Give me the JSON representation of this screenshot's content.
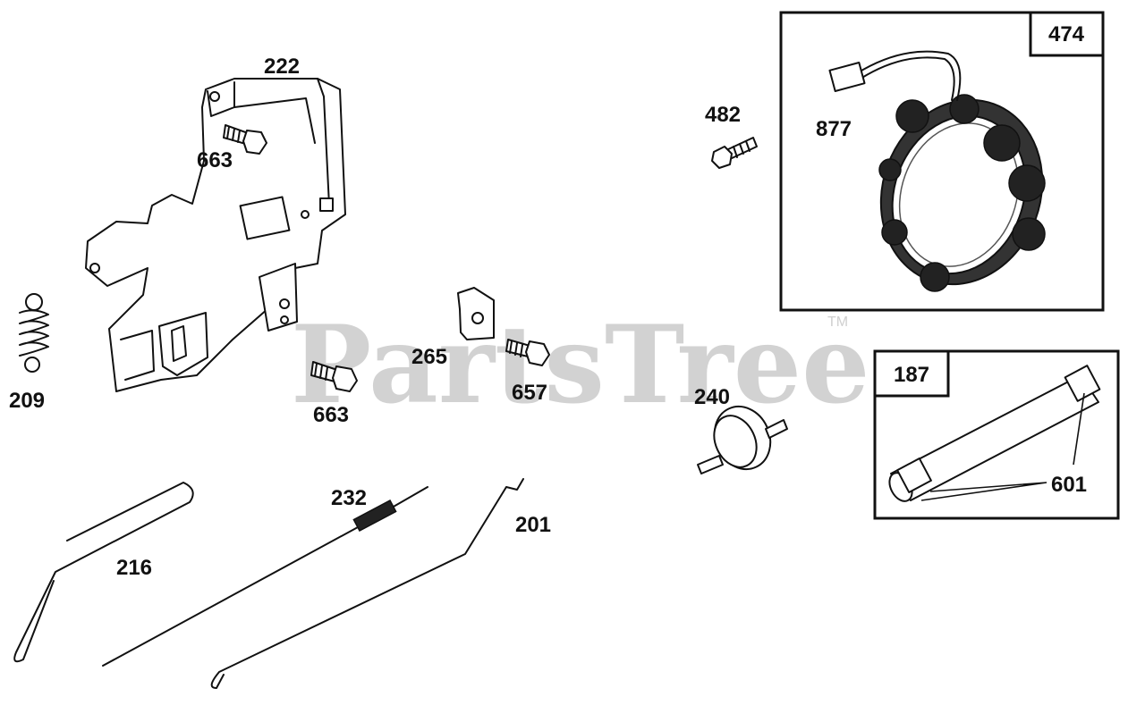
{
  "watermark": {
    "text": "PartsTree",
    "trademark": "TM"
  },
  "callouts": {
    "c222": "222",
    "c663a": "663",
    "c663b": "663",
    "c209": "209",
    "c265": "265",
    "c657": "657",
    "c482": "482",
    "c877": "877",
    "c474": "474",
    "c240": "240",
    "c187": "187",
    "c601": "601",
    "c232": "232",
    "c201": "201",
    "c216": "216"
  }
}
